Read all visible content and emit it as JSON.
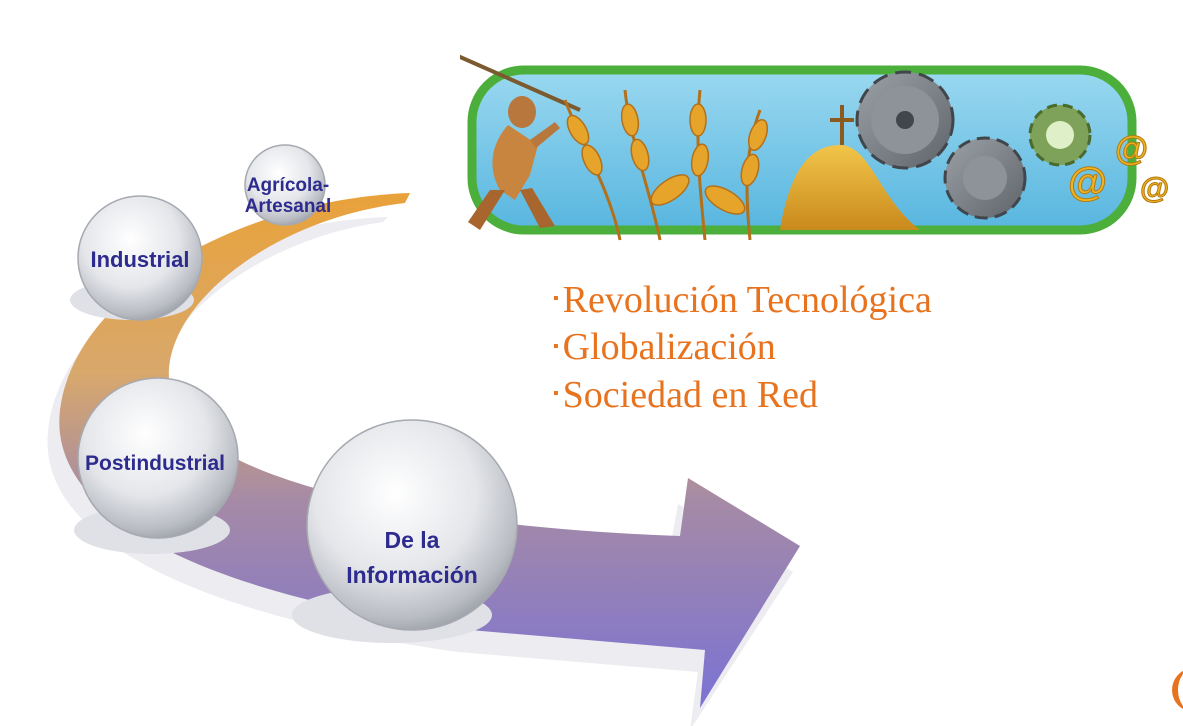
{
  "stages": {
    "agricola": [
      "Agrícola-",
      "Artesanal"
    ],
    "industrial": "Industrial",
    "postindustrial": "Postindustrial",
    "informacion": [
      "De la",
      "Información"
    ]
  },
  "bullets": [
    "Revolución Tecnológica",
    "Globalización",
    "Sociedad en Red"
  ],
  "bullet_marker": "▪",
  "banner_symbols": [
    "@",
    "@",
    "@"
  ],
  "colors": {
    "label_text": "#2d2c8e",
    "bullet_text": "#e8731f",
    "banner_fill": "#6cc3e6",
    "banner_border": "#4caf3c",
    "arrow_top": "#e2a33e",
    "arrow_bottom": "#7b72d4"
  }
}
